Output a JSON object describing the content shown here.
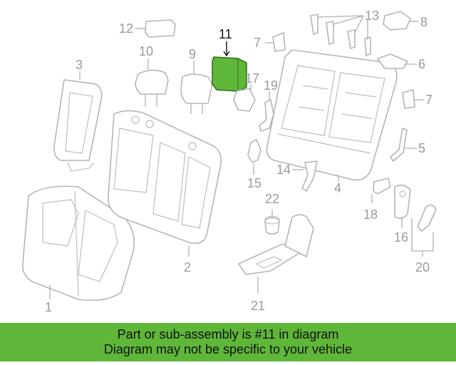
{
  "diagram": {
    "callouts": {
      "c1": "1",
      "c2": "2",
      "c3": "3",
      "c4": "4",
      "c5": "5",
      "c6": "6",
      "c7a": "7",
      "c7b": "7",
      "c8": "8",
      "c9": "9",
      "c10": "10",
      "c11": "11",
      "c12": "12",
      "c13": "13",
      "c14": "14",
      "c15": "15",
      "c16": "16",
      "c17": "17",
      "c18": "18",
      "c19": "19",
      "c20": "20",
      "c21": "21",
      "c22": "22"
    },
    "colors": {
      "highlight_fill": "#5fb739",
      "highlight_stroke": "#2f6d18",
      "outline": "#b5b5b5",
      "label_grey": "#9a9a9a"
    }
  },
  "banner": {
    "line1": "Part or sub-assembly is #11 in diagram",
    "line2": "Diagram may not be specific to your vehicle",
    "background": "#5fb739"
  }
}
